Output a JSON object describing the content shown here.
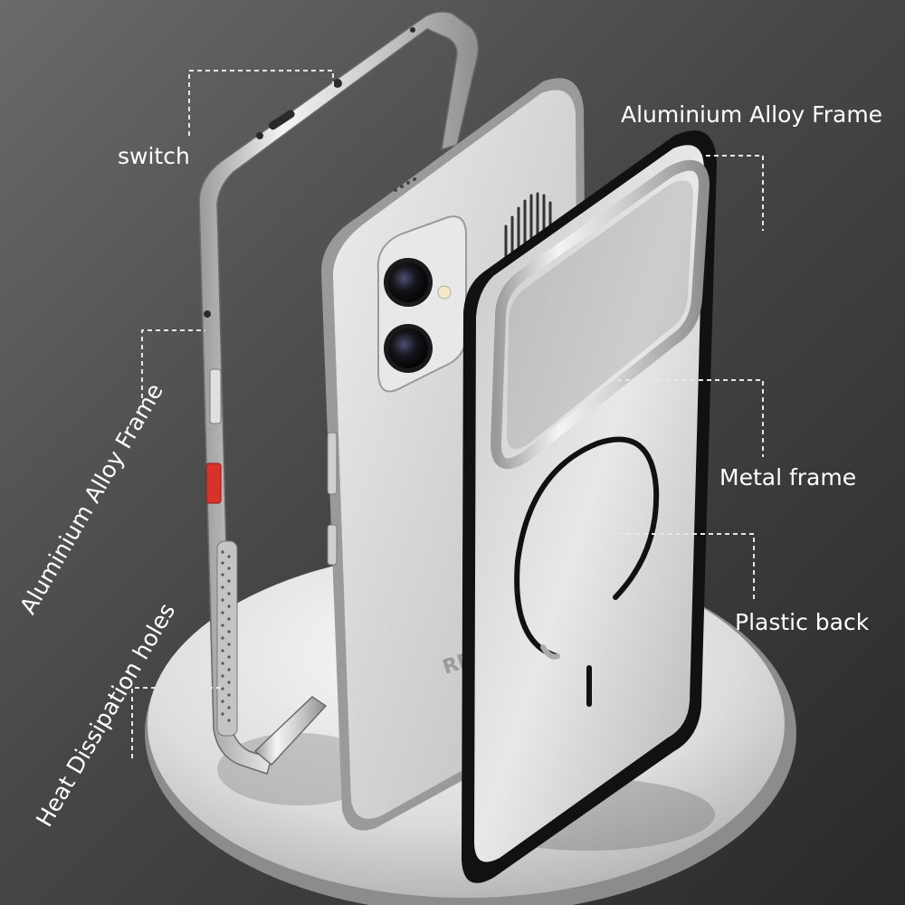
{
  "labels": {
    "switch": "switch",
    "aluminium_alloy_frame_top": "Aluminium Alloy Frame",
    "aluminium_alloy_frame_side": "Aluminium Alloy Frame",
    "metal_frame": "Metal frame",
    "plastic_back": "Plastic back",
    "heat_dissipation_holes": "Heat Dissipation holes"
  },
  "phone_brand_text": "RE",
  "colors": {
    "background": "#3f3f3f",
    "label_text": "#ffffff",
    "leader_line": "#e6e6e6",
    "metal": "#d8d8d8",
    "accent_button": "#d9322b"
  }
}
